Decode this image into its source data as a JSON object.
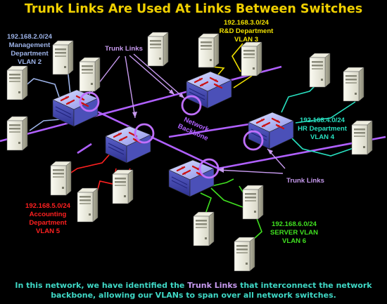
{
  "title": "Trunk Links Are Used At Links Between Switches",
  "colors": {
    "title": "#f0d000",
    "trunk": "#b060ff",
    "management": "#9db3e8",
    "rnd": "#f0e000",
    "hr": "#28e0c0",
    "accounting": "#ff2020",
    "server": "#40e020",
    "caption": "#3fd8c6"
  },
  "labels": {
    "management": [
      "192.168.2.0/24",
      "Management",
      "Department",
      "VLAN 2"
    ],
    "rnd": [
      "192.168.3.0/24",
      "R&D Department",
      "VLAN 3"
    ],
    "hr": [
      "192.168.4.0/24",
      "HR Department",
      "VLAN 4"
    ],
    "accounting": [
      "192.168.5.0/24",
      "Accounting",
      "Department",
      "VLAN 5"
    ],
    "server": [
      "192.168.6.0/24",
      "SERVER VLAN",
      "VLAN 6"
    ],
    "trunk_links_top": "Trunk Links",
    "trunk_links_right": "Trunk Links",
    "backbone": [
      "Network",
      "Backbone"
    ]
  },
  "icons": {
    "switch": "network-switch-icon",
    "computer": "tower-computer-icon"
  },
  "caption": {
    "before": "In this network, we have identified the ",
    "highlight": "Trunk Links",
    "after": " that interconnect the network backbone, allowing our VLANs to span over all network switches."
  }
}
